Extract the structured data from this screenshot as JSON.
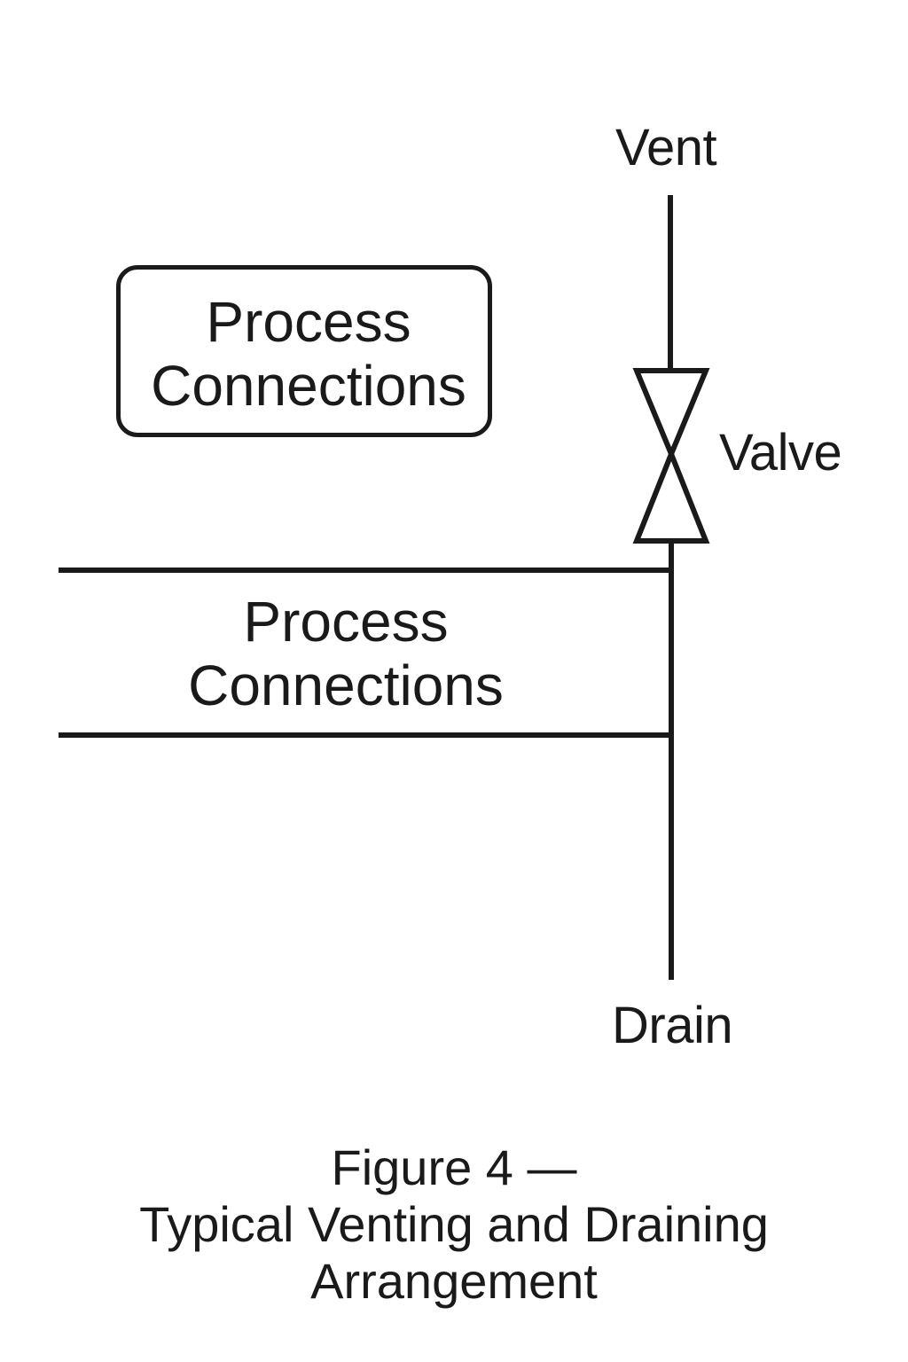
{
  "diagram": {
    "labels": {
      "vent": "Vent",
      "valve": "Valve",
      "drain": "Drain"
    },
    "process_box": {
      "line1": "Process",
      "line2": "Connections"
    },
    "process_pipe": {
      "line1": "Process",
      "line2": "Connections"
    },
    "caption": {
      "line1": "Figure 4 —",
      "line2": "Typical Venting and Draining",
      "line3": "Arrangement"
    },
    "colors": {
      "stroke": "#1a1a1a",
      "background": "#ffffff"
    }
  }
}
